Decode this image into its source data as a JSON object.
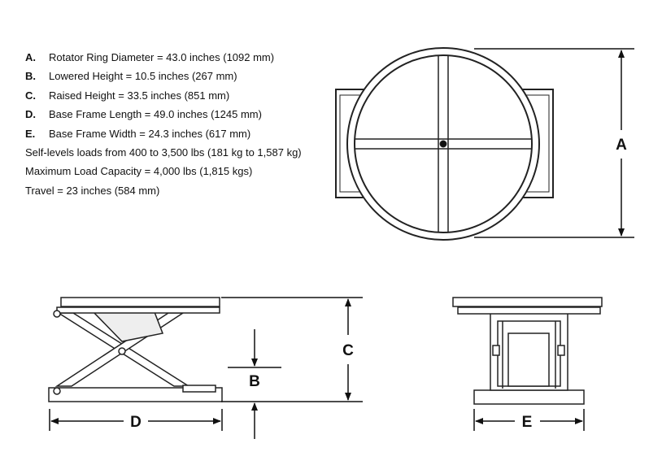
{
  "specs": [
    {
      "letter": "A.",
      "text": "Rotator Ring Diameter = 43.0 inches (1092 mm)"
    },
    {
      "letter": "B.",
      "text": "Lowered Height = 10.5 inches (267 mm)"
    },
    {
      "letter": "C.",
      "text": "Raised Height = 33.5 inches (851 mm)"
    },
    {
      "letter": "D.",
      "text": "Base Frame Length = 49.0 inches (1245 mm)"
    },
    {
      "letter": "E.",
      "text": "Base Frame Width = 24.3 inches (617 mm)"
    }
  ],
  "notes": [
    "Self-levels loads from 400 to 3,500 lbs (181 kg to 1,587 kg)",
    "Maximum Load Capacity = 4,000 lbs (1,815 kgs)",
    "Travel = 23 inches (584 mm)"
  ],
  "dimension_labels": {
    "a": "A",
    "b": "B",
    "c": "C",
    "d": "D",
    "e": "E"
  }
}
